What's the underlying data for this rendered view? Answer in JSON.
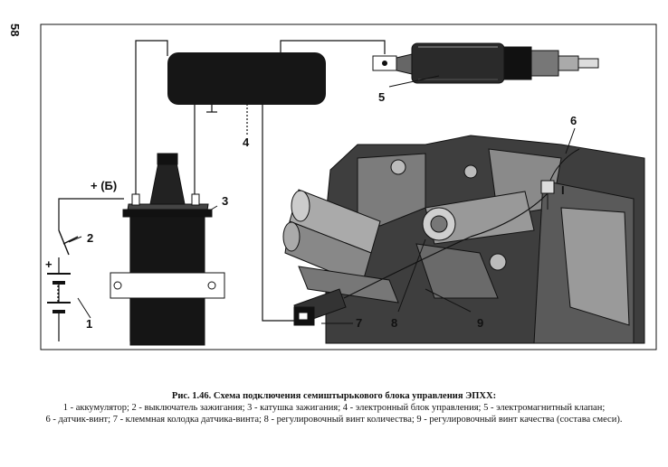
{
  "page_number": "58",
  "labels": {
    "battery_plus": "+",
    "coil_terminal_b": "+ (Б)",
    "n1": "1",
    "n2": "2",
    "n3": "3",
    "n4": "4",
    "n5": "5",
    "n6": "6",
    "n7": "7",
    "n8": "8",
    "n9": "9",
    "sensor_mark": "I"
  },
  "caption": {
    "title": "Рис. 1.46. Схема подключения семиштырькового блока управления ЭПХХ:",
    "line1": "1 - аккумулятор; 2 - выключатель зажигания; 3 - катушка зажигания; 4 - электронный блок управления; 5 - электромагнитный клапан;",
    "line2": "6 - датчик-винт; 7 - клеммная колодка датчика-винта; 8 - регулировочный винт количества; 9 - регулировочный винт качества (состава смеси)."
  }
}
